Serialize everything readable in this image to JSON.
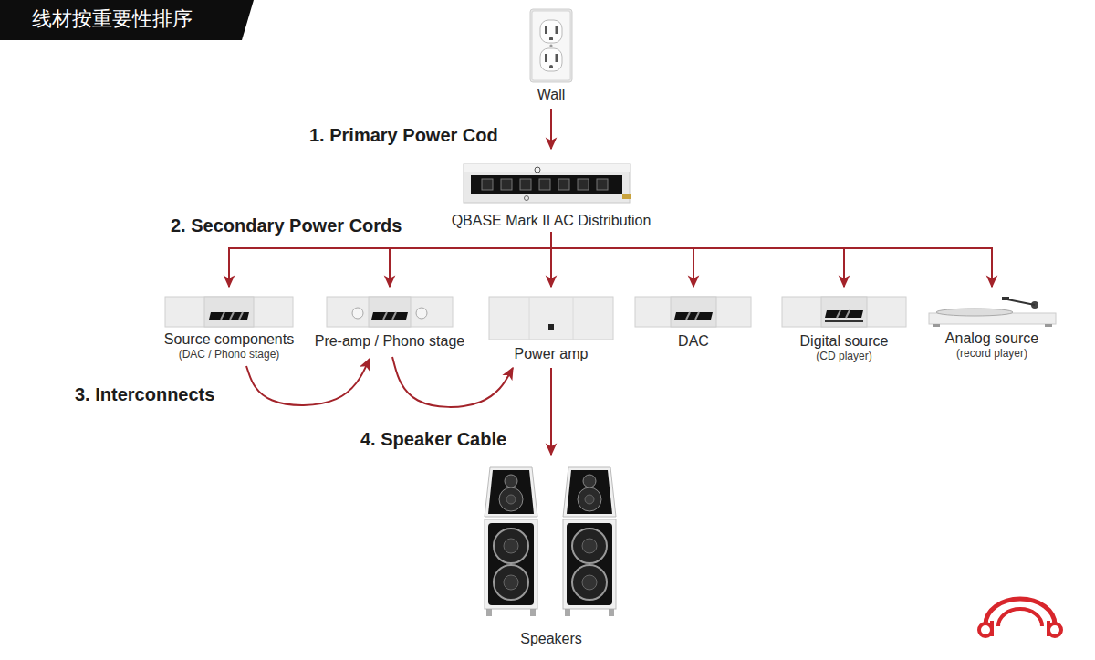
{
  "diagram": {
    "title": "线材按重要性排序",
    "nodes": [
      {
        "text": [
          "Wall"
        ]
      },
      {
        "text": [
          "QBASE Mark II AC Distribution"
        ]
      },
      {
        "text": [
          "Source components",
          "(DAC / Phono stage)"
        ]
      },
      {
        "text": [
          "Pre-amp / Phono stage"
        ]
      },
      {
        "text": [
          "Power amp"
        ]
      },
      {
        "text": [
          "DAC"
        ]
      },
      {
        "text": [
          "Digital source",
          "(CD player)"
        ]
      },
      {
        "text": [
          "Analog source",
          "(record player)"
        ]
      },
      {
        "text": [
          "Speakers"
        ]
      }
    ],
    "edges": [
      {
        "from": 0,
        "to": 1,
        "arrow": "to",
        "label": "1. Primary Power Cod"
      },
      {
        "from": 1,
        "to": 2,
        "arrow": "to"
      },
      {
        "from": 1,
        "to": 3,
        "arrow": "to"
      },
      {
        "from": 1,
        "to": 4,
        "arrow": "to"
      },
      {
        "from": 1,
        "to": 5,
        "arrow": "to"
      },
      {
        "from": 1,
        "to": 6,
        "arrow": "to"
      },
      {
        "from": 1,
        "to": 7,
        "arrow": "to"
      },
      {
        "from": 2,
        "to": 3,
        "arrow": "to"
      },
      {
        "from": 3,
        "to": 4,
        "arrow": "to"
      },
      {
        "from": 4,
        "to": 8,
        "arrow": "to",
        "label": "4. Speaker Cable"
      }
    ],
    "labels": [
      "2. Secondary Power Cords",
      "3. Interconnects"
    ]
  }
}
